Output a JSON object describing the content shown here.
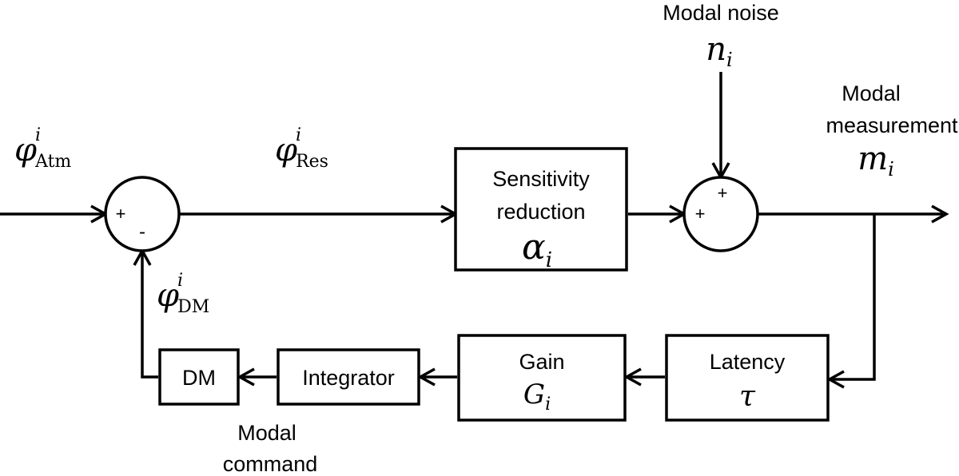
{
  "diagram": {
    "signals": {
      "phi_atm": {
        "symbol": "φ",
        "sup": "i",
        "sub": "Atm"
      },
      "phi_res": {
        "symbol": "φ",
        "sup": "i",
        "sub": "Res"
      },
      "phi_dm": {
        "symbol": "φ",
        "sup": "i",
        "sub": "DM"
      }
    },
    "noise": {
      "label": "Modal noise",
      "symbol": "n",
      "sub": "i"
    },
    "measurement": {
      "label_line1": "Modal",
      "label_line2": "measurement",
      "symbol": "m",
      "sub": "i"
    },
    "command": {
      "label_line1": "Modal",
      "label_line2": "command"
    },
    "sum1": {
      "plus": "+",
      "minus": "-"
    },
    "sum2": {
      "plus_left": "+",
      "plus_top": "+"
    },
    "blocks": {
      "sensitivity": {
        "line1": "Sensitivity",
        "line2": "reduction",
        "symbol": "α",
        "sub": "i"
      },
      "gain": {
        "label": "Gain",
        "symbol": "G",
        "sub": "i"
      },
      "latency": {
        "label": "Latency",
        "symbol": "τ"
      },
      "integrator": {
        "label": "Integrator"
      },
      "dm": {
        "label": "DM"
      }
    }
  }
}
